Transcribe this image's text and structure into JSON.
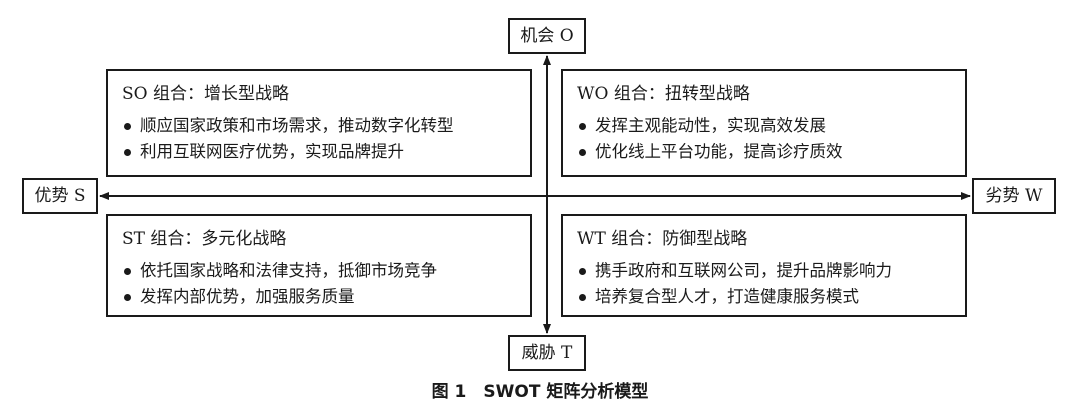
{
  "axes": {
    "opportunity": "机会 O",
    "threat": "威胁 T",
    "strength": "优势 S",
    "weakness": "劣势 W"
  },
  "quadrants": {
    "so": {
      "title": "SO 组合：增长型战略",
      "items": [
        "顺应国家政策和市场需求，推动数字化转型",
        "利用互联网医疗优势，实现品牌提升"
      ]
    },
    "wo": {
      "title": "WO 组合：扭转型战略",
      "items": [
        "发挥主观能动性，实现高效发展",
        "优化线上平台功能，提高诊疗质效"
      ]
    },
    "st": {
      "title": "ST 组合：多元化战略",
      "items": [
        "依托国家战略和法律支持，抵御市场竞争",
        "发挥内部优势，加强服务质量"
      ]
    },
    "wt": {
      "title": "WT 组合：防御型战略",
      "items": [
        "携手政府和互联网公司，提升品牌影响力",
        "培养复合型人才，打造健康服务模式"
      ]
    }
  },
  "caption": "图 1　SWOT 矩阵分析模型"
}
